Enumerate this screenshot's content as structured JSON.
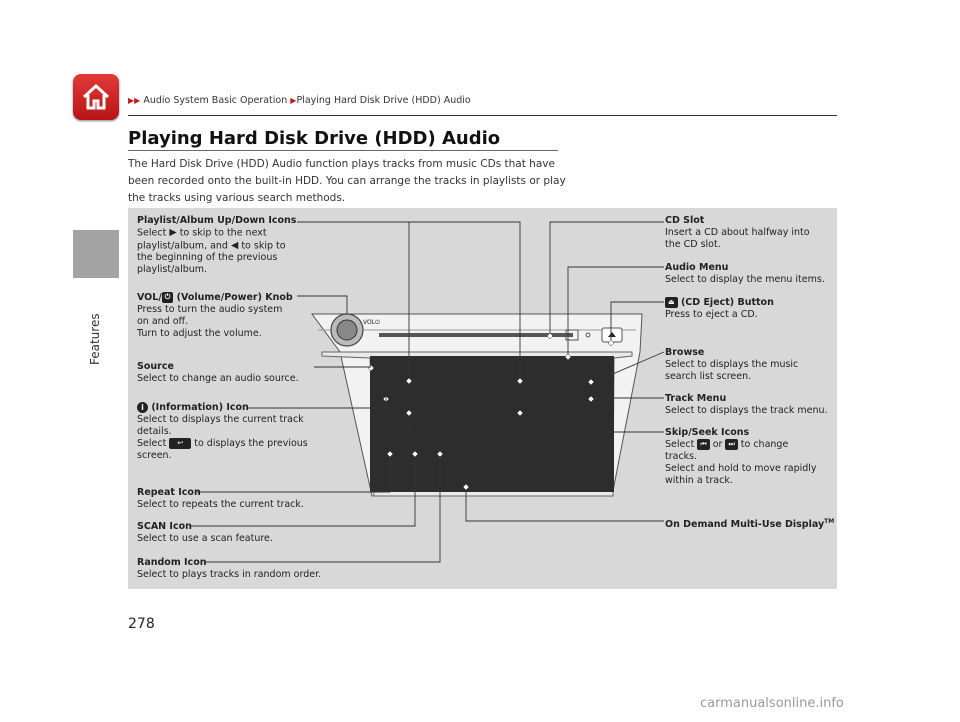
{
  "side_label": "Features",
  "breadcrumb": {
    "part1": "Audio System Basic Operation",
    "part2": "Playing Hard Disk Drive (HDD) Audio"
  },
  "title": "Playing Hard Disk Drive (HDD) Audio",
  "intro": "The Hard Disk Drive (HDD) Audio function plays tracks from music CDs that have been recorded onto the built-in HDD. You can arrange the tracks in playlists or play the tracks using various search methods.",
  "callouts": {
    "playlist": {
      "title": "Playlist/Album Up/Down Icons",
      "l1a": "Select",
      "l1b": "to skip to the next",
      "l2a": "playlist/album, and",
      "l2b": "to skip to",
      "l3": "the beginning of the previous",
      "l4": "playlist/album."
    },
    "vol": {
      "title_a": "VOL/",
      "title_b": "(Volume/Power) Knob",
      "l1": "Press to turn the audio system",
      "l2": "on and off.",
      "l3": "Turn to adjust the volume."
    },
    "source": {
      "title": "Source",
      "l1": "Select to change an audio source."
    },
    "info": {
      "title": "(Information) Icon",
      "l1": "Select to displays the current track",
      "l2": "details.",
      "l3a": "Select",
      "l3b": "to displays the previous",
      "l4": "screen."
    },
    "repeat": {
      "title": "Repeat Icon",
      "l1": "Select to repeats the current track."
    },
    "scan": {
      "title": "SCAN Icon",
      "l1": "Select to use a scan feature."
    },
    "random": {
      "title": "Random Icon",
      "l1": "Select to plays tracks in random order."
    },
    "cdslot": {
      "title": "CD Slot",
      "l1": "Insert a CD about halfway into",
      "l2": "the CD slot."
    },
    "audiomenu": {
      "title": "Audio Menu",
      "l1": "Select to display the menu items."
    },
    "eject": {
      "title": "(CD Eject) Button",
      "l1": "Press to eject a CD."
    },
    "browse": {
      "title": "Browse",
      "l1": "Select to displays the music",
      "l2": "search list screen."
    },
    "trackmenu": {
      "title": "Track Menu",
      "l1": "Select to displays the track menu."
    },
    "skip": {
      "title": "Skip/Seek Icons",
      "l1a": "Select",
      "l1b": "or",
      "l1c": "to change",
      "l2": "tracks.",
      "l3": "Select and hold to move rapidly",
      "l4": "within a track."
    },
    "ondemand": {
      "title": "On Demand Multi-Use Display",
      "tm": "TM"
    }
  },
  "page_number": "278",
  "watermark": "carmanualsonline.info",
  "colors": {
    "home": "#c21b1b",
    "panel": "#d8d8d8",
    "screen": "#2d2d2d"
  }
}
